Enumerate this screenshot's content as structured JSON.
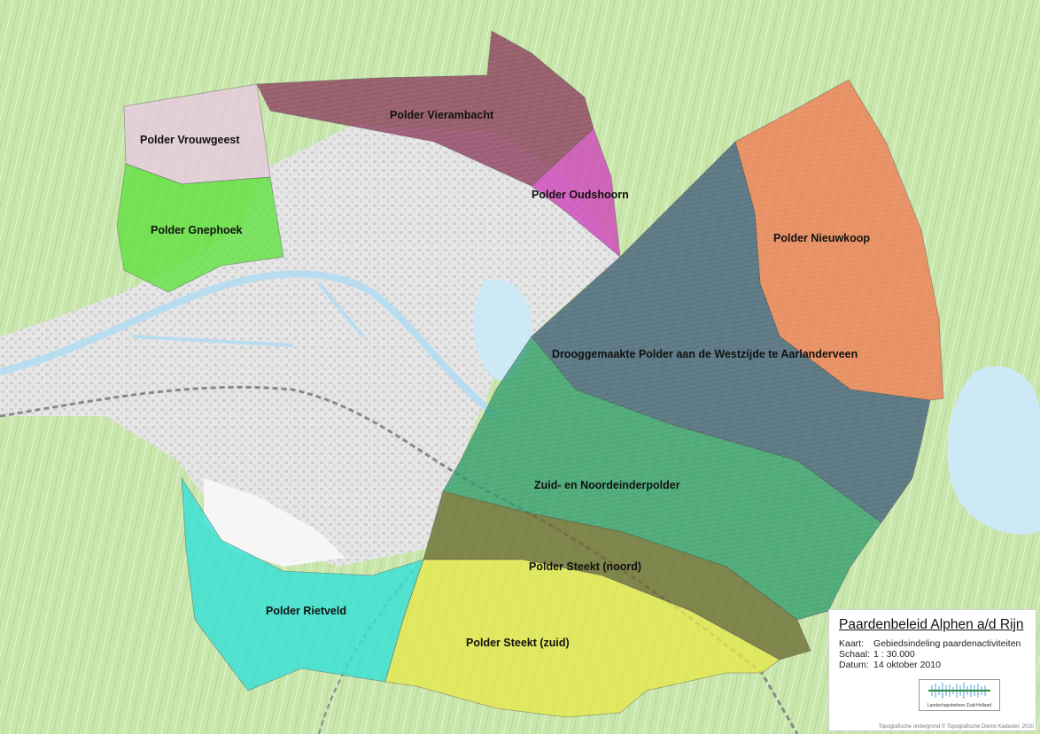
{
  "map": {
    "zones": [
      {
        "id": "vrouwgeest",
        "label": "Polder Vrouwgeest",
        "color": "#e8c8e0"
      },
      {
        "id": "vierambacht",
        "label": "Polder Vierambacht",
        "color": "#8a3a5a"
      },
      {
        "id": "oudshoorn",
        "label": "Polder Oudshoorn",
        "color": "#d040b8"
      },
      {
        "id": "gnephoek",
        "label": "Polder Gnephoek",
        "color": "#5ee03c"
      },
      {
        "id": "nieuwkoop",
        "label": "Polder Nieuwkoop",
        "color": "#f07850"
      },
      {
        "id": "droog",
        "label": "Drooggemaakte Polder aan de Westzijde te Aarlanderveen",
        "color": "#3e5a78"
      },
      {
        "id": "zuidnoord",
        "label": "Zuid- en Noordeinderpolder",
        "color": "#2e9a6a"
      },
      {
        "id": "steekt-noord",
        "label": "Polder Steekt (noord)",
        "color": "#6a6a30"
      },
      {
        "id": "rietveld",
        "label": "Polder Rietveld",
        "color": "#30e0d8"
      },
      {
        "id": "steekt-zuid",
        "label": "Polder Steekt (zuid)",
        "color": "#e6e84a"
      }
    ]
  },
  "legend": {
    "title": "Paardenbeleid Alphen a/d Rijn",
    "rows": [
      {
        "key": "Kaart:",
        "value": "Gebiedsindeling paardenactiviteiten"
      },
      {
        "key": "Schaal:",
        "value": "1 : 30.000"
      },
      {
        "key": "Datum:",
        "value": "14 oktober 2010"
      }
    ],
    "logo_text": "Landschapsbeheer Zuid-Holland",
    "credit": "Topografische ondergrond © Topografische Dienst Kadaster, 2010"
  }
}
